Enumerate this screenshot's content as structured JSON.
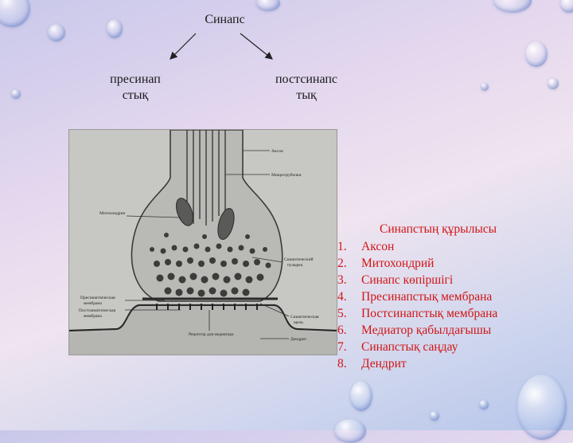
{
  "title": "Синапс",
  "branches": {
    "left": {
      "line1": "пресинап",
      "line2": "стық"
    },
    "right": {
      "line1": "постсинапс",
      "line2": "тық"
    }
  },
  "figure": {
    "labels": {
      "axon": "Аксон",
      "microtubules": "Микротрубочки",
      "mitochondria": "Митохондрия",
      "vesicles_1": "Синаптический",
      "vesicles_2": "пузырек",
      "presynaptic_1": "Пресинаптическая",
      "presynaptic_2": "мембрана",
      "postsynaptic_1": "Постсинаптическая",
      "postsynaptic_2": "мембрана",
      "cleft_1": "Синаптическая",
      "cleft_2": "щель",
      "receptor": "Рецептор для медиатора",
      "dendrite": "Дендрит"
    }
  },
  "legend": {
    "title": "Синапстың құрылысы",
    "items": [
      {
        "num": "1.",
        "text": "Аксон"
      },
      {
        "num": "2.",
        "text": "Митохондрий"
      },
      {
        "num": "3.",
        "text": "Синапс көпіршігі"
      },
      {
        "num": "4.",
        "text": "Пресинапстық мембрана"
      },
      {
        "num": "5.",
        "text": "Постсинапстық мембрана"
      },
      {
        "num": "6.",
        "text": "Медиатор қабылдағышы"
      },
      {
        "num": "7.",
        "text": "Синапстық саңдау"
      },
      {
        "num": "8.",
        "text": "Дендрит"
      }
    ]
  }
}
